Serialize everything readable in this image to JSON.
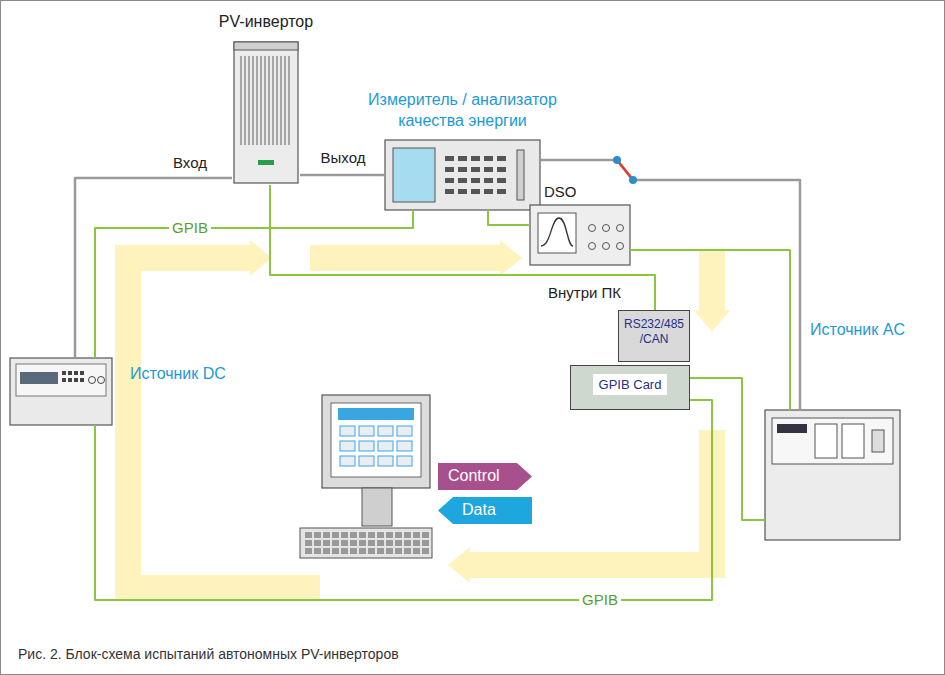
{
  "diagram": {
    "caption": "Рис. 2. Блок-схема испытаний автономных PV-инверторов",
    "nodes": [
      {
        "text": [
          "PV-инвертор"
        ]
      },
      {
        "text": [
          "Измеритель / анализатор качества энергии"
        ]
      },
      {
        "text": [
          "DSO"
        ]
      },
      {
        "text": [
          "Источник DC"
        ]
      },
      {
        "text": [
          "Источник AC"
        ]
      },
      {
        "text": [
          "Внутри ПК"
        ]
      },
      {
        "text": [
          "RS232/485 /CAN"
        ],
        "in": 5
      },
      {
        "text": [
          "GPIB Card"
        ],
        "in": 5
      },
      {
        "text": [
          "Control"
        ]
      },
      {
        "text": [
          "Data"
        ]
      }
    ],
    "edges": [
      {
        "from": 3,
        "to": 0,
        "label": "Вход",
        "arrow": "none"
      },
      {
        "from": 0,
        "to": 1,
        "label": "Выход",
        "arrow": "none"
      },
      {
        "from": 1,
        "to": 4,
        "arrow": "none"
      },
      {
        "from": 1,
        "to": 3,
        "label": "GPIB",
        "arrow": "none"
      },
      {
        "from": 1,
        "to": 2,
        "arrow": "none"
      },
      {
        "from": 0,
        "to": 6,
        "arrow": "none"
      },
      {
        "from": 2,
        "to": 4,
        "arrow": "none"
      },
      {
        "from": 3,
        "to": 7,
        "label": "GPIB",
        "arrow": "none"
      },
      {
        "from": 7,
        "to": 4,
        "arrow": "none"
      }
    ]
  }
}
